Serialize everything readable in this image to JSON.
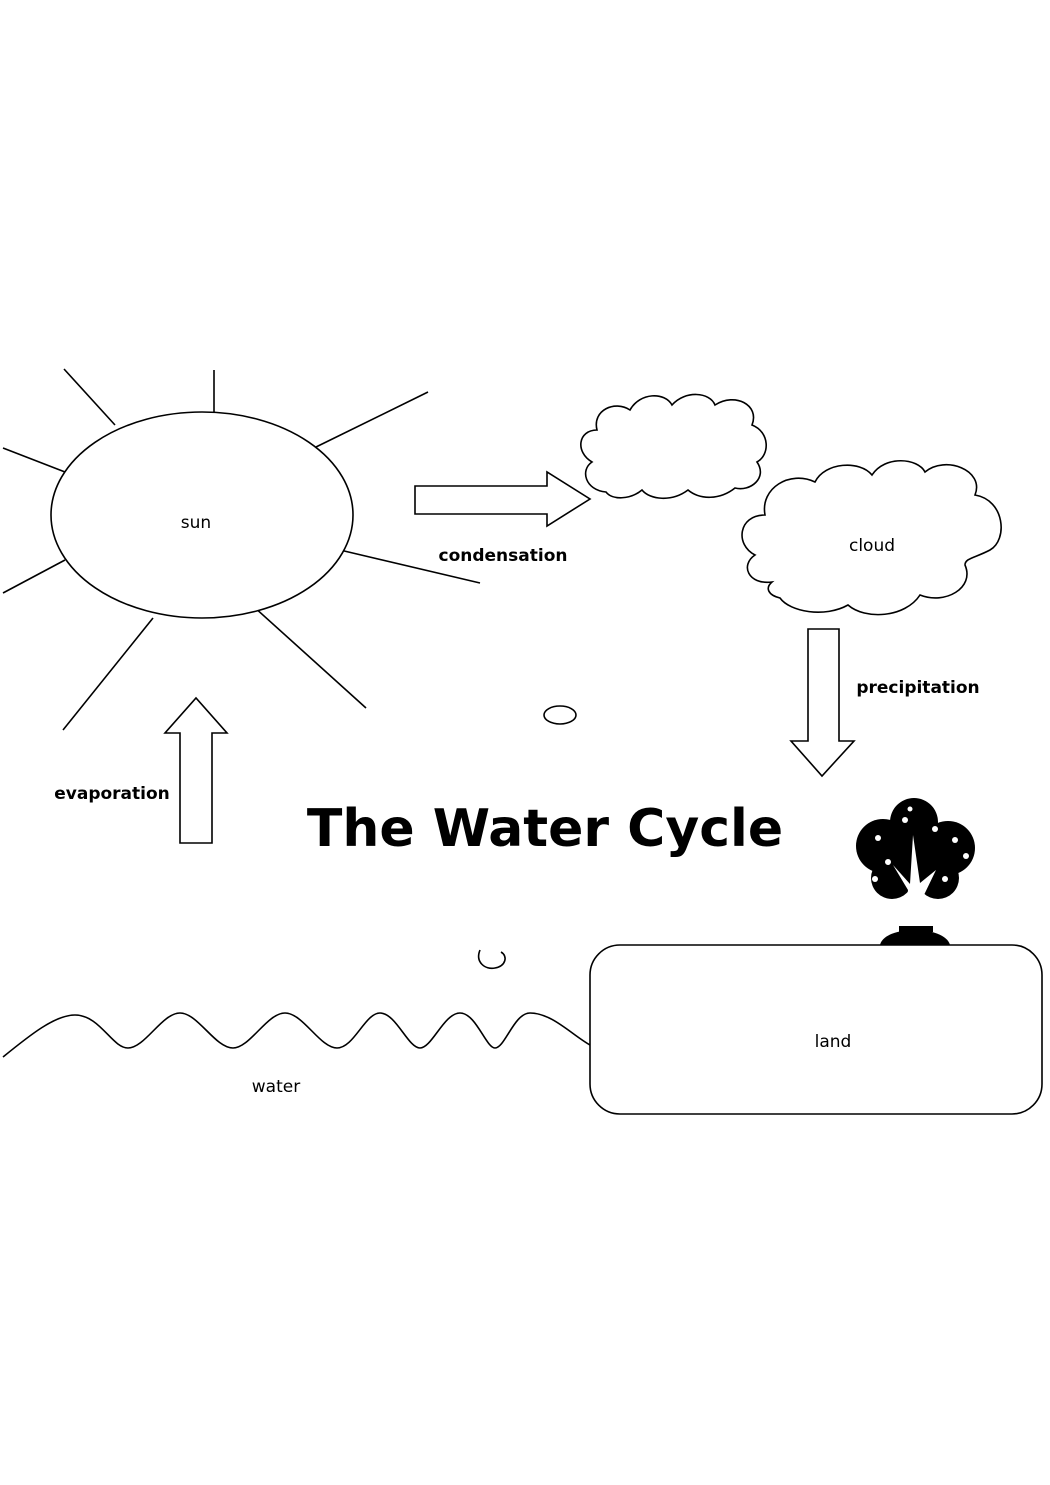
{
  "title": "The Water Cycle",
  "labels": {
    "sun": "sun",
    "cloud": "cloud",
    "land": "land",
    "water": "water",
    "condensation": "condensation",
    "precipitation": "precipitation",
    "evaporation": "evaporation"
  },
  "colors": {
    "stroke": "#000000",
    "background": "#ffffff"
  }
}
